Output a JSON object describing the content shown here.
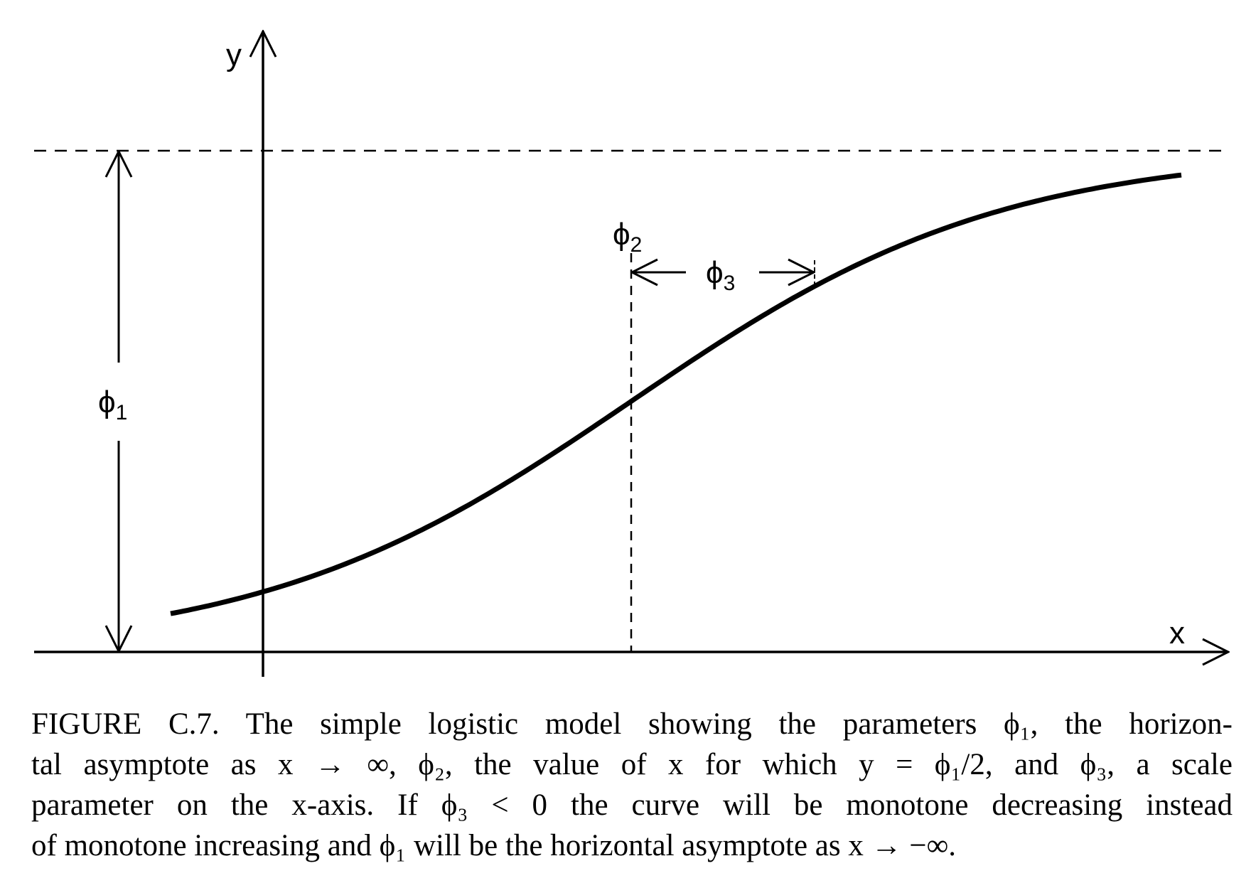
{
  "figure": {
    "axis_labels": {
      "y": "y",
      "x": "x"
    },
    "parameters": [
      {
        "symbol": "ϕ",
        "index": "1"
      },
      {
        "symbol": "ϕ",
        "index": "2"
      },
      {
        "symbol": "ϕ",
        "index": "3"
      }
    ]
  },
  "caption": {
    "lines": [
      "FIGURE C.7. The simple logistic model showing the parameters ϕ₁, the horizon-",
      "tal asymptote as x → ∞, ϕ₂, the value of x for which y = ϕ₁/2, and ϕ₃, a scale",
      "parameter on the x-axis. If ϕ₃ < 0 the curve will be monotone decreasing instead",
      "of monotone increasing and ϕ₁ will be the horizontal asymptote as x → −∞."
    ]
  }
}
